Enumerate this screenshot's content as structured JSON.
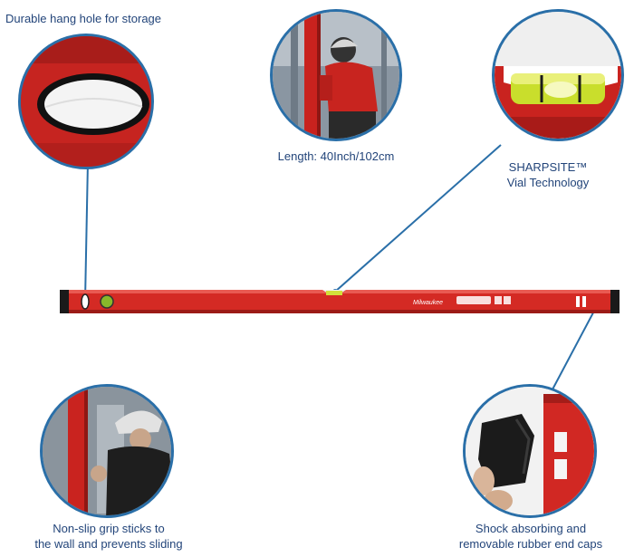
{
  "captions": {
    "hang_hole": "Durable hang hole for storage",
    "length": "Length: 40Inch/102cm",
    "sharpsite_line1": "SHARPSITE™",
    "sharpsite_line2": "Vial Technology",
    "grip_line1": "Non-slip grip sticks to",
    "grip_line2": "the wall and prevents sliding",
    "endcap_line1": "Shock absorbing and",
    "endcap_line2": "removable rubber end caps"
  },
  "level": {
    "brand_logo": "Milwaukee",
    "color": "#d42a24"
  },
  "colors": {
    "text": "#23457a",
    "circle_border": "#2a6fa8",
    "connector": "#2a6fa8",
    "tool_red": "#d42a24"
  }
}
